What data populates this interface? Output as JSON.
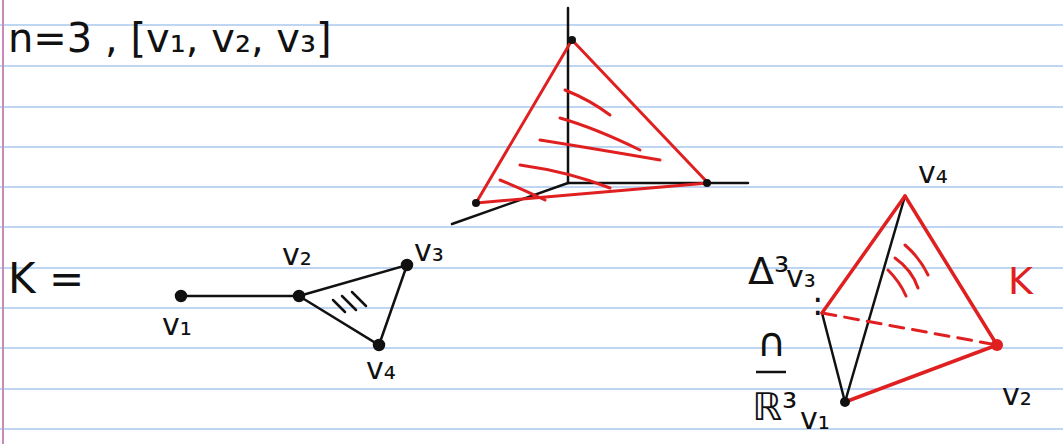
{
  "diagram": {
    "labels": [
      "n=3 , [v₁, v₂, v₃]",
      "K =",
      "v₁",
      "v₂",
      "v₃",
      "v₄",
      "Δ³",
      "∩",
      "ℝ³",
      ":",
      "v₄",
      "v₃",
      "v₂",
      "v₁",
      "K"
    ]
  }
}
